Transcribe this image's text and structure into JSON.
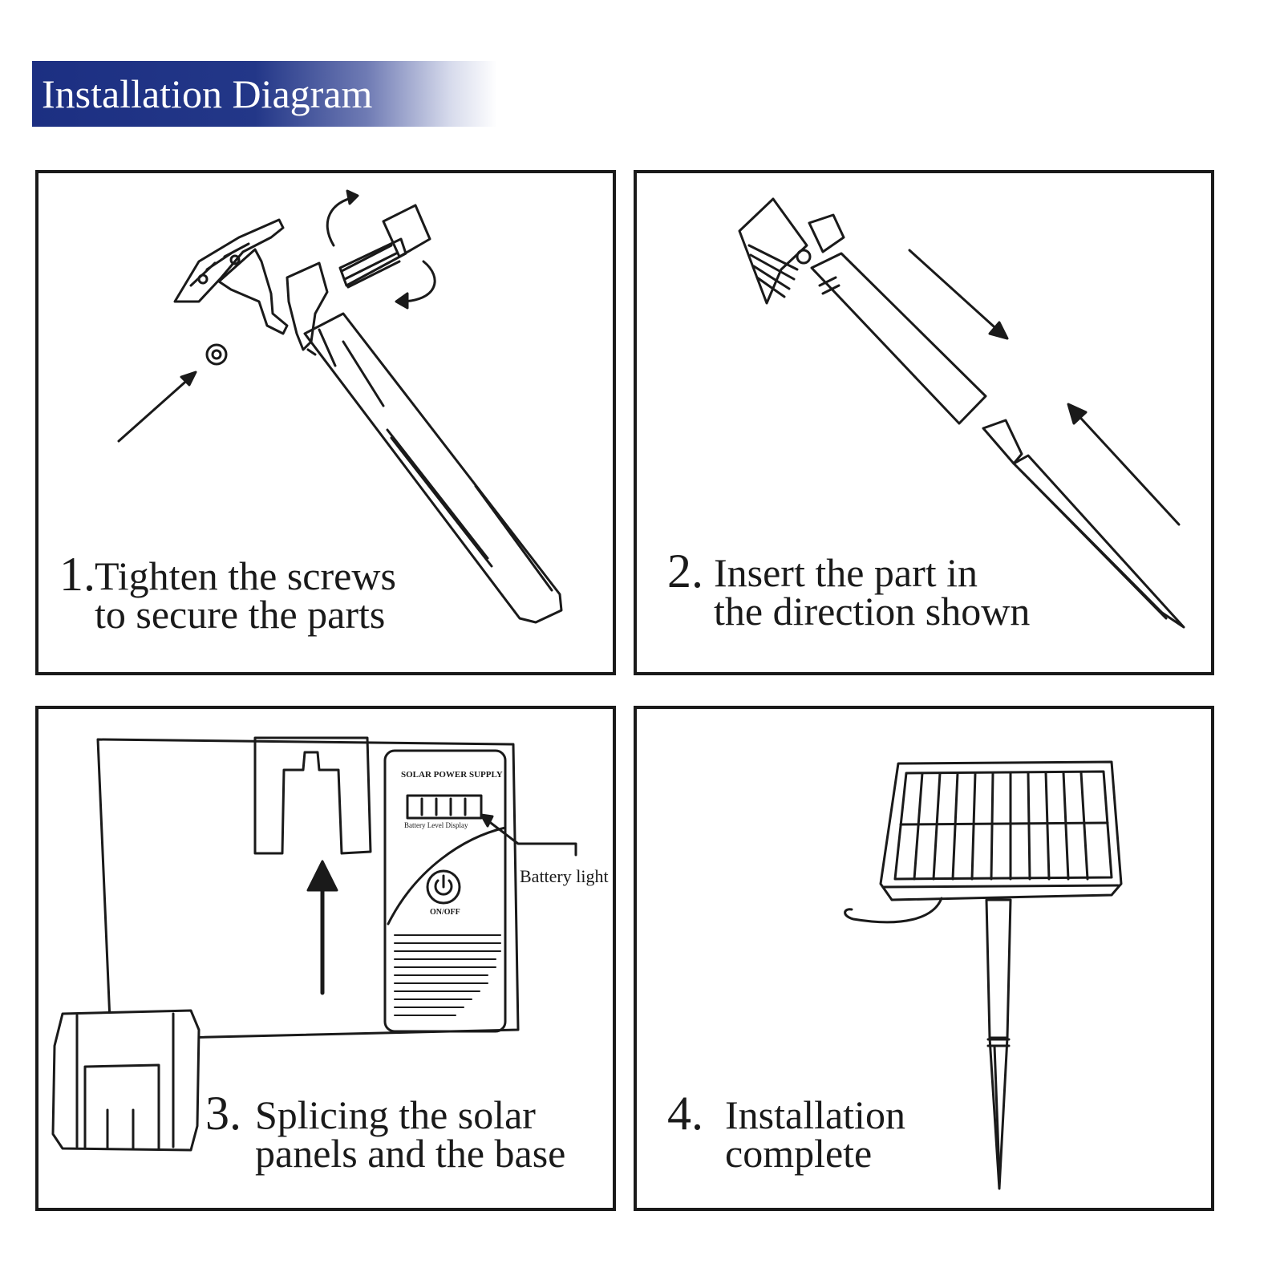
{
  "header": {
    "title": "Installation Diagram"
  },
  "steps": [
    {
      "number": "1.",
      "line1": "Tighten the screws",
      "line2": "to secure the parts"
    },
    {
      "number": "2.",
      "line1": "Insert the part in",
      "line2": "the direction shown"
    },
    {
      "number": "3.",
      "line1": "Splicing the solar",
      "line2": "panels and the base"
    },
    {
      "number": "4.",
      "line1": "Installation",
      "line2": "complete"
    }
  ],
  "labels": {
    "battery_light": "Battery light",
    "label_title": "SOLAR POWER SUPPLY",
    "battery_level": "Battery Level Display",
    "on_off": "ON/OFF"
  },
  "colors": {
    "banner": "#1c2f82",
    "line": "#1a1a1a"
  }
}
